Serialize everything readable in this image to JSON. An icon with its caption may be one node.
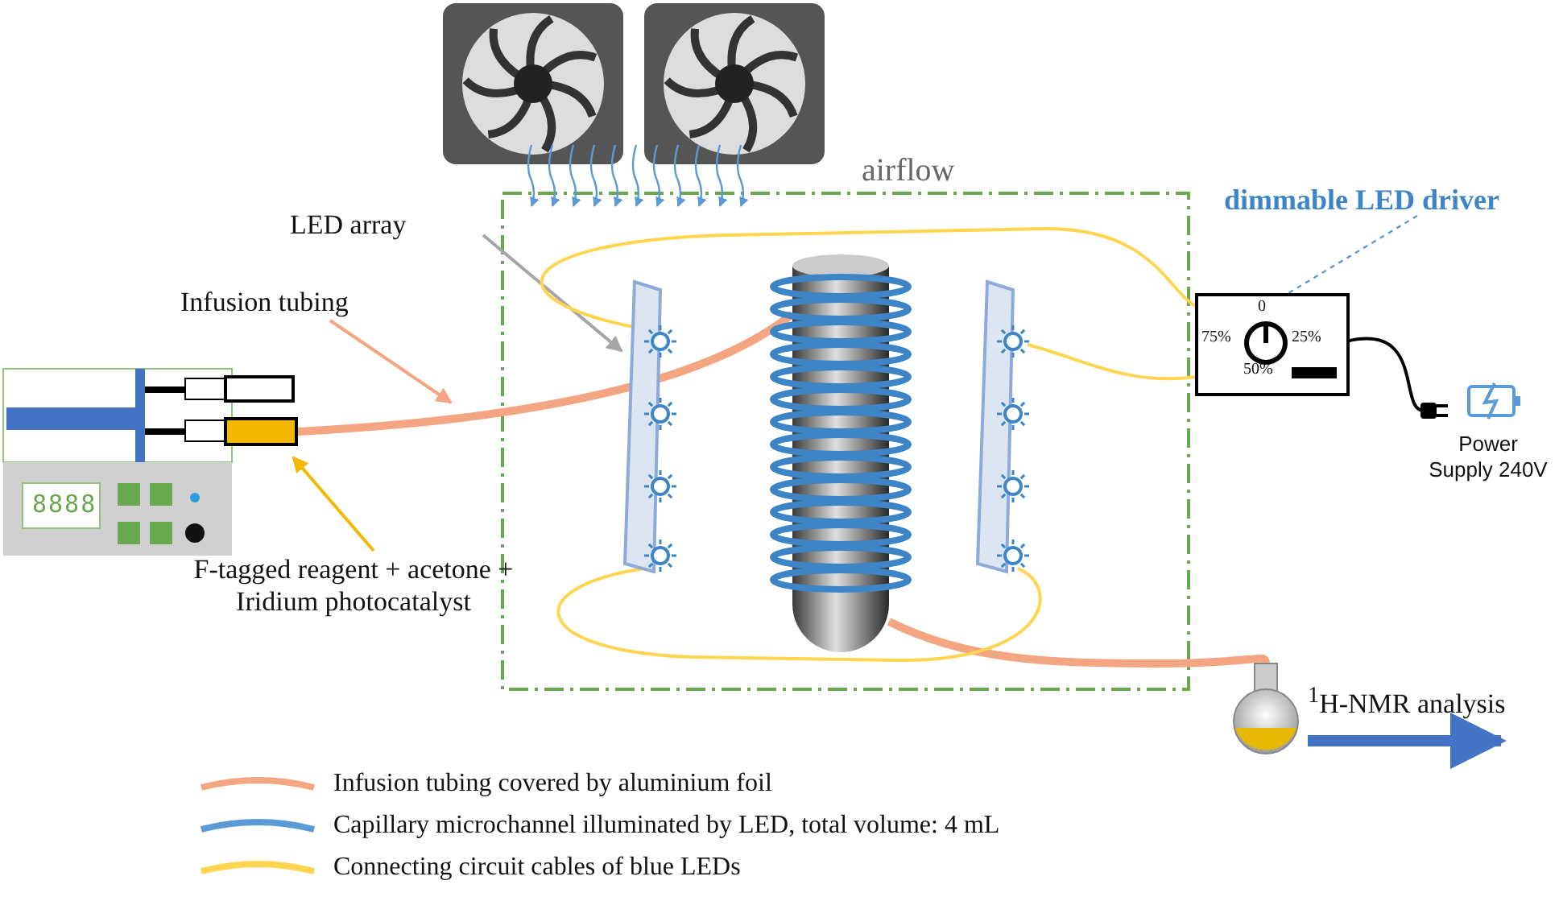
{
  "diagram": {
    "nodes": [
      {
        "text": [],
        "shape": "picture"
      },
      {
        "text": [],
        "shape": "picture",
        "in": 0
      },
      {
        "text": [
          "Infusion tubing"
        ]
      },
      {
        "text": [
          "LED array"
        ]
      },
      {
        "text": [],
        "shape": "picture"
      },
      {
        "text": [],
        "shape": "picture"
      },
      {
        "text": [],
        "shape": "picture"
      },
      {
        "text": [
          "F-tagged reagent + acetone + Iridium photocatalyst"
        ]
      },
      {
        "text": [
          "0",
          "75%",
          "25%",
          "50%"
        ]
      },
      {
        "text": [
          "dimmable LED driver"
        ]
      },
      {
        "text": [
          "Power Supply 240V"
        ]
      },
      {
        "text": [],
        "shape": "picture"
      }
    ],
    "edges": [
      {
        "from": 7,
        "to": 1,
        "arrow": "to",
        "color": "#f5b800"
      },
      {
        "from": 2,
        "to": null,
        "arrow": "to",
        "color": "#f4a582"
      },
      {
        "from": 3,
        "to": 4,
        "arrow": "to",
        "color": "#a6a6a6"
      },
      {
        "from": 1,
        "to": 6,
        "arrow": "none",
        "style": "thick",
        "color": "#f4a582"
      },
      {
        "from": 6,
        "to": 11,
        "arrow": "none",
        "style": "thick",
        "color": "#f4a582"
      },
      {
        "from": 4,
        "to": 8,
        "arrow": "none",
        "color": "#ffd54f"
      },
      {
        "from": 5,
        "to": 8,
        "arrow": "none",
        "color": "#ffd54f"
      },
      {
        "from": 4,
        "to": 5,
        "arrow": "none",
        "color": "#ffd54f"
      },
      {
        "from": 9,
        "to": 8,
        "arrow": "none",
        "style": "dashed",
        "color": "#5b9bd5"
      },
      {
        "from": 8,
        "to": 10,
        "arrow": "other",
        "color": "#000000"
      },
      {
        "from": 11,
        "to": null,
        "arrow": "to",
        "label": "$^{1}$H-NMR analysis",
        "style": "thick",
        "color": "#4472c4"
      }
    ],
    "labels": [
      "airflow",
      "8888"
    ],
    "legend": [
      {
        "text": "Infusion tubing covered by aluminium foil"
      },
      {
        "text": "Capillary microchannel illuminated by LED, total volume: 4 mL"
      },
      {
        "text": "Connecting circuit cables of blue LEDs"
      }
    ]
  }
}
